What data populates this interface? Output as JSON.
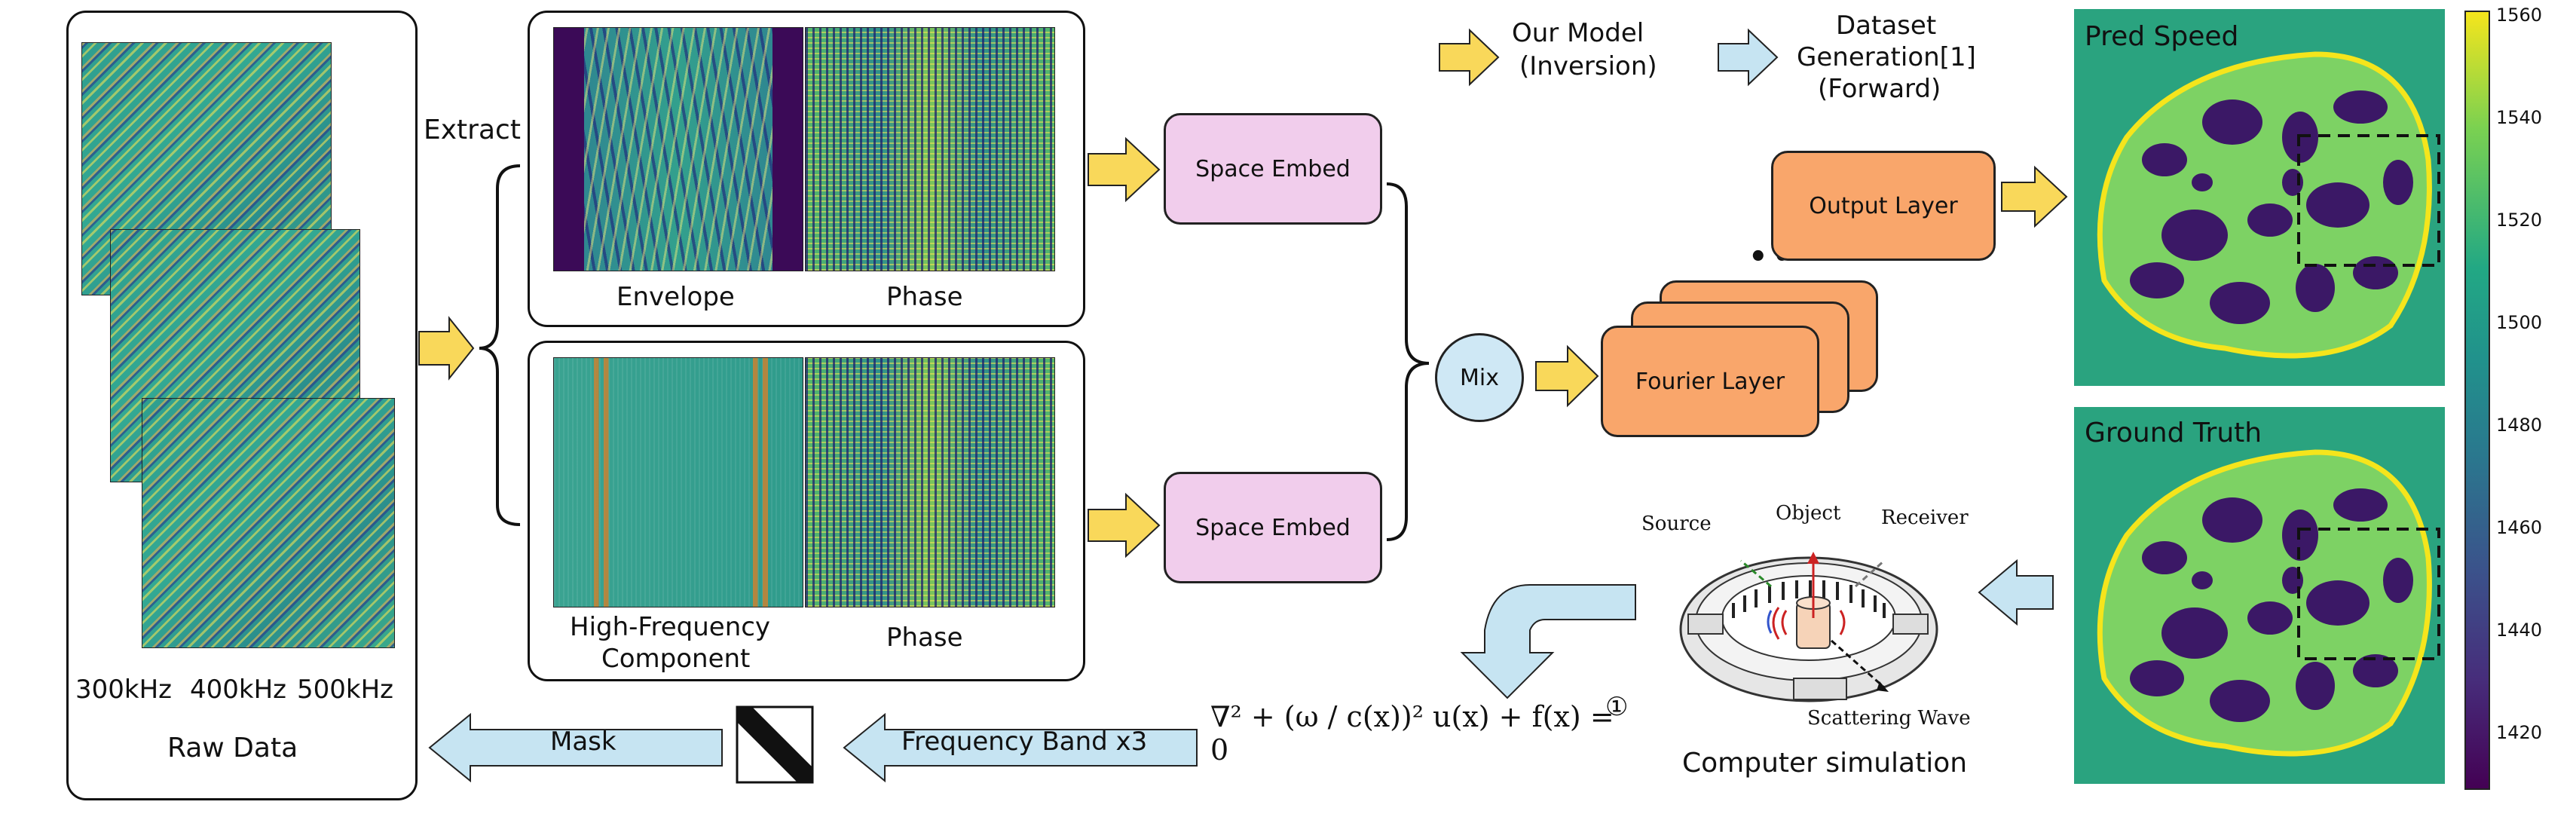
{
  "raw_panel": {
    "frequencies": [
      "300kHz",
      "400kHz",
      "500kHz"
    ],
    "title": "Raw Data"
  },
  "extract_label": "Extract",
  "top_panel": {
    "left_caption": "Envelope",
    "right_caption": "Phase"
  },
  "bottom_panel": {
    "left_caption": "High-Frequency\nComponent",
    "left_caption_lines": [
      "High-Frequency",
      "Component"
    ],
    "right_caption": "Phase"
  },
  "space_embed_top": "Space Embed",
  "space_embed_bottom": "Space Embed",
  "mix": "Mix",
  "fourier_layer": "Fourier Layer",
  "output_layer": "Output Layer",
  "legend": {
    "our_model": [
      "Our Model",
      "(Inversion)"
    ],
    "dataset_gen": [
      "Dataset",
      "Generation[1]",
      "(Forward)"
    ]
  },
  "pred_speed_title": "Pred Speed",
  "ground_truth_title": "Ground Truth",
  "colorbar": {
    "ticks": [
      "1560",
      "1540",
      "1520",
      "1500",
      "1480",
      "1460",
      "1440",
      "1420"
    ],
    "colors": {
      "top": "#f5e51c",
      "mid": "#21918c",
      "bottom": "#440154"
    }
  },
  "simulation": {
    "labels": {
      "source": "Source",
      "object": "Object",
      "receiver": "Receiver",
      "scattering": "Scattering Wave"
    },
    "title": "Computer simulation"
  },
  "equation": {
    "text": "∇² + (ω / c(x))² u(x) + f(x) = 0",
    "marker": "①"
  },
  "frequency_band": "Frequency  Band  x3",
  "mask": "Mask",
  "accent": {
    "yellow_arrow": "#f9d85a",
    "blue_arrow": "#c6e4f2"
  }
}
